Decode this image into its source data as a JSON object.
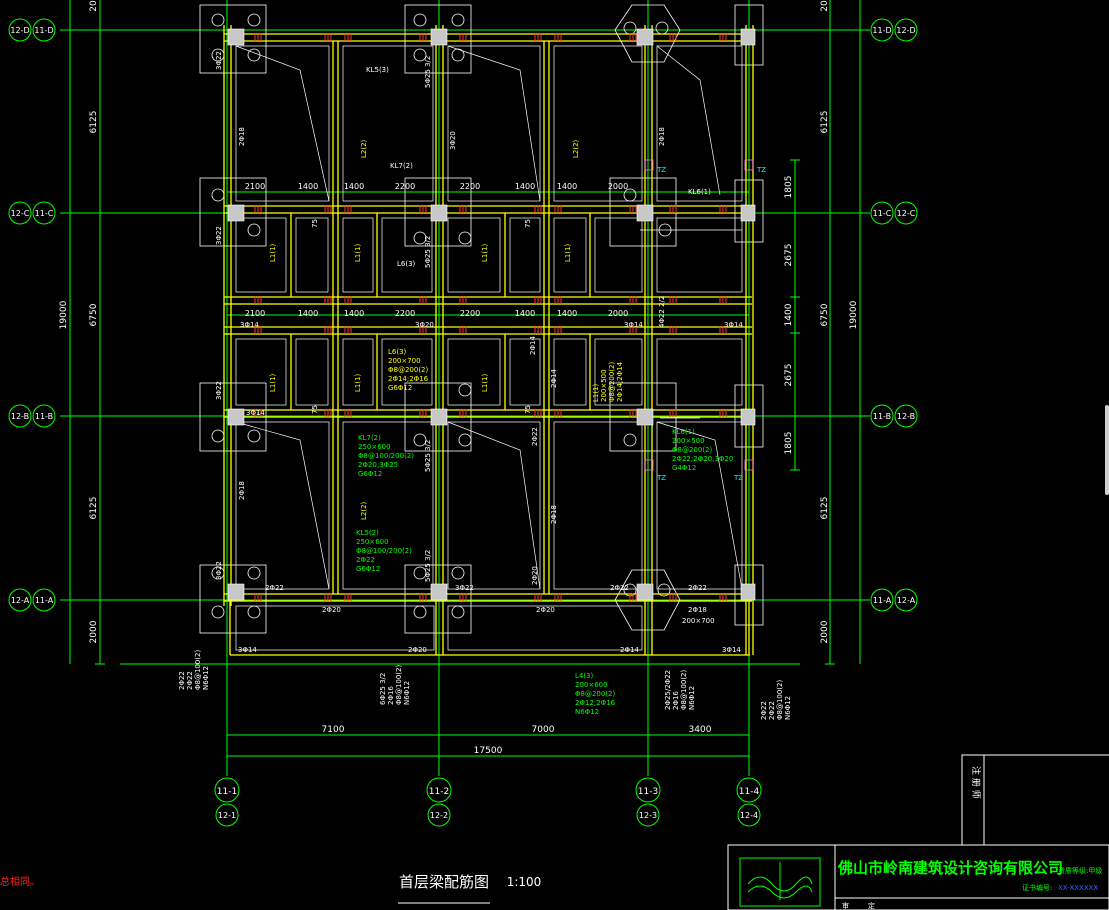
{
  "drawing": {
    "title": "首层梁配筋图",
    "scale": "1:100",
    "left_fragment": "总相同。"
  },
  "grid": {
    "vertical": [
      {
        "top": "11-1",
        "bottom": "12-1"
      },
      {
        "top": "11-2",
        "bottom": "12-2"
      },
      {
        "top": "11-3",
        "bottom": "12-3"
      },
      {
        "top": "11-4",
        "bottom": "12-4"
      }
    ],
    "horizontal": [
      {
        "a": "12-D",
        "b": "11-D"
      },
      {
        "a": "12-C",
        "b": "11-C"
      },
      {
        "a": "12-B",
        "b": "11-B"
      },
      {
        "a": "12-A",
        "b": "11-A"
      }
    ]
  },
  "dims": {
    "bottom": [
      "7100",
      "7000",
      "3400"
    ],
    "bottom_total": "17500",
    "left": [
      "6125",
      "6750",
      "6125",
      "2000"
    ],
    "left_total": "19000",
    "right": [
      "6125",
      "6750",
      "6125",
      "2000"
    ],
    "right_total": "19000",
    "right_inner": [
      "1805",
      "2675",
      "1400",
      "2675",
      "1805"
    ],
    "top_partial": [
      "20",
      "20"
    ],
    "span_row_c": [
      "2100",
      "1400",
      "1400",
      "2200",
      "2200",
      "1400",
      "1400",
      "2000"
    ],
    "span_row_mid": [
      "2100",
      "1400",
      "1400",
      "2200",
      "2200",
      "1400",
      "1400",
      "2000"
    ]
  },
  "beams": {
    "kl5_top": "KL5(3)",
    "kl7_top": "KL7(2)",
    "kl6_right": "KL6(1)",
    "l6": "L6(3)",
    "l1": "L1(1)",
    "l2": "L2(2)",
    "tz": "TZ",
    "rebar_2c18": "2Φ18",
    "rebar_3c20": "3Φ20",
    "rebar_3c22": "3Φ22",
    "rebar_2c22": "2Φ22",
    "rebar_2c20": "2Φ20",
    "rebar_3c14": "3Φ14",
    "rebar_2c14": "2Φ14",
    "rebar_5c25": "5Φ25 3/2",
    "rebar_4c22": "4Φ22 2/2",
    "rebar_75": "75",
    "kl7_block": [
      "KL7(2)",
      "250×600",
      "Φ8@100/200(2)",
      "2Φ20;3Φ25",
      "G6Φ12"
    ],
    "kl5_block": [
      "KL5(2)",
      "250×600",
      "Φ8@100/200(2)",
      "2Φ22",
      "G6Φ12"
    ],
    "l6_block": [
      "L6(3)",
      "200×700",
      "Φ8@200(2)",
      "2Φ14;2Φ16",
      "G6Φ12"
    ],
    "kl6_block": [
      "KL6(1)",
      "200×500",
      "Φ8@200(2)",
      "2Φ22;2Φ20;3Φ20",
      "G4Φ12"
    ],
    "l4_block": [
      "L4(3)",
      "200×600",
      "Φ8@200(2)",
      "2Φ12;2Φ16",
      "N6Φ12"
    ],
    "l1_block": [
      "L1(1)",
      "200×500",
      "Φ8@200(2)",
      "2Φ14;2Φ14"
    ],
    "bottom_left_block": [
      "2Φ22",
      "2Φ22",
      "Φ8@100(2)",
      "N6Φ12"
    ],
    "bottom_mid_block": [
      "6Φ25 3/2",
      "2Φ16",
      "Φ8@100(2)",
      "N6Φ12"
    ],
    "bottom_right_block": [
      "2Φ22",
      "2Φ22",
      "Φ8@100(2)",
      "N6Φ12"
    ],
    "bottom_r2_block": [
      "2Φ25/2Φ22",
      "2Φ16",
      "Φ8@100(2)",
      "N6Φ12"
    ],
    "lb_2c18": "2Φ18",
    "lb_200x700": "200×700"
  },
  "title_block": {
    "company": "佛山市岭南建筑设计咨询有限公司",
    "qualification": "资质等级:甲级",
    "cert": "证书编号:",
    "cert_no": "XX-XXXXXX",
    "notes_label": "注  册  师",
    "check_labels": [
      "审",
      "定"
    ]
  },
  "colors": {
    "grid_line": "#00ff00",
    "beam": "#ffff00",
    "column": "#c8c8c8",
    "dimension": "#00ff00",
    "text_white": "#ffffff",
    "rebar_mark": "#ff3333",
    "annotation": "#ffffff",
    "title_company": "#00ff00",
    "cert": "#0000ff"
  }
}
